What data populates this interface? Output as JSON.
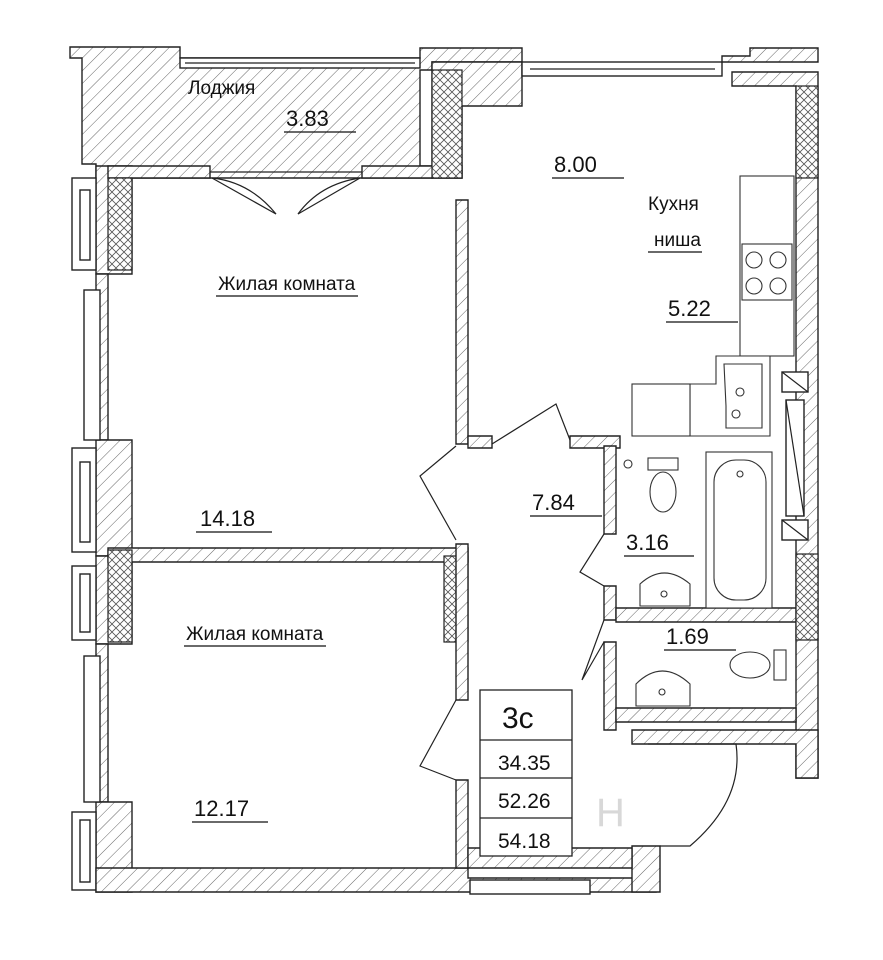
{
  "rooms": {
    "loggia": {
      "name": "Лоджия",
      "area": "3.83"
    },
    "kitchen_top": {
      "area": "8.00"
    },
    "kitchen_niche": {
      "name_line1": "Кухня",
      "name_line2": "ниша",
      "area": "5.22"
    },
    "living_1": {
      "name": "Жилая комната",
      "area": "14.18"
    },
    "living_2": {
      "name": "Жилая комната",
      "area": "12.17"
    },
    "hall": {
      "area": "7.84"
    },
    "bathroom": {
      "area": "3.16"
    },
    "wc": {
      "area": "1.69"
    }
  },
  "summary": {
    "type": "3с",
    "living_area": "34.35",
    "total_area": "52.26",
    "total_with_loggia": "54.18"
  },
  "watermark": "Н"
}
